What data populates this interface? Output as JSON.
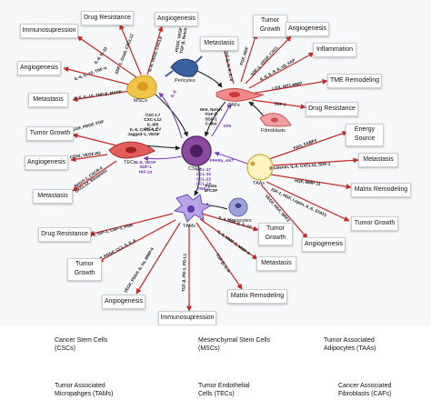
{
  "colors": {
    "arrow_red": "#c62828",
    "arrow_dark": "#222222",
    "arrow_purple": "#7b3fc4",
    "label_purple": "#6a2fb8",
    "csc_fill": "#8a4aa0",
    "msc_fill": "#f2c54a",
    "taa_fill": "#fff3c0",
    "tam_fill": "#b7a3e6",
    "tec_fill": "#e25c5c",
    "caf_fill": "#f08a8a"
  },
  "cells": {
    "cscs": "CSCs",
    "mscs": "MSCs",
    "cafs": "CAFs",
    "tecs": "TECs",
    "taas": "TAAs",
    "tams": "TAMs",
    "pericytes": "Pericytes",
    "fibroblasts": "Fibroblasts",
    "monocytes": "Monocytes"
  },
  "outcomes": {
    "msc_immunosuppression": "Immunosupression",
    "msc_drug_resistance": "Drug Resistance",
    "msc_angiogenesis_top": "Angiogenesis",
    "msc_angiogenesis_left": "Angiogenesis",
    "msc_metastasis": "Metastasis",
    "caf_metastasis": "Metastasis",
    "caf_tumor_growth": "Tumor Growth",
    "caf_angiogenesis": "Angiogenesis",
    "caf_inflammation": "Inflammation",
    "caf_tme_remodeling": "TME Remodeling",
    "caf_drug_resistance": "Drug Resistance",
    "tec_tumor_growth": "Tumor Growth",
    "tec_angiogenesis": "Angiogenesis",
    "tec_metastasis": "Metastasis",
    "taa_energy_source_line1": "Energy",
    "taa_energy_source_line2": "Source",
    "taa_metastasis": "Metastasis",
    "taa_matrix_remodeling": "Matrix Remodeling",
    "taa_tumor_growth": "Tumor Growth",
    "taa_angiogenesis": "Angiogenesis",
    "tam_drug_resistance": "Drug Resistance",
    "tam_tumor_growth_line1": "Tumor",
    "tam_tumor_growth_line2": "Growth",
    "tam_angiogenesis": "Angiogenesis",
    "tam_immunosuppression": "Immunosupression",
    "tam_matrix_remodeling": "Matrix Remodeling",
    "tam_metastasis": "Metastasis",
    "tam_tumor_growth_top_line1": "Tumor",
    "tam_tumor_growth_top_line2": "Growth"
  },
  "factors": {
    "msc_immuno": "IL-6, IL-10",
    "msc_drug": "SDF-1, Gas6, CXCL12",
    "msc_ang_top": "IL-8, VEGF, CXCL8",
    "msc_ang_left": "IL-6, IL-10, TNF-α",
    "msc_metas": "IL-6, IL-10, TNF-β, MAPK",
    "msc_to_csc": "CXC-L7\nCXC-L12\nIL-6/8\nPIF4, EV",
    "csc_to_msc": "IL-6",
    "pericytes": "PDGF, VEGF\nTGF-β, Notch",
    "caf_metas": "TGF-β, IL-6, IL-8",
    "caf_growth": "FGF, HGF",
    "caf_ang": "SDF-1, VEGF, CXCL",
    "caf_inflam": "IL-6, IL-8, IL-1β, FAP",
    "caf_tme": "LOX, MT1-MMP",
    "caf_drug": "SDF-1",
    "caf_to_csc": "Wnt, Notch\nTGF-β\nSDF-1\nC-Met",
    "csc_to_caf": "Shh",
    "taa_to_csc": "PPARγ, AKT",
    "taa_energy": "FAO, FABP4",
    "taa_metas": "β-catenin, IL-6, CXCL12, SDF-1",
    "taa_matrix": "HGF, MMP-11",
    "taa_growth": "IGF-1, HGF, Leptin, IL-6, STAT3",
    "taa_ang": "VEGF, HGF, NRF2",
    "tec_growth": "VEGF, PDGF, FGF",
    "tec_ang": "CD34, VEGF-R2",
    "tec_metas": "Notch-1, CXCR-4\nCXCL12, Stemness",
    "tec_to_csc": "IL-6, CXCL-L1\nJagged-1, VEGF",
    "csc_to_tec": "IL-8, VEGF\nSDF-1\nHIF-1α",
    "monocyte_to_tam": "Postn\nM-CSF",
    "csc_to_tam": "CCL-17\nCCL-20\nCCL-22\nCCL-24\nTNF-α",
    "tam_drug": "TGFB-1, IGF-1, CSF-1, PI3K",
    "tam_growth": "VEGF, PDGF, CCL-5, IL-6",
    "tam_ang": "VEGF, PDGF, IL-1α, MMP-9",
    "tam_immuno": "TGF-β, PD-1, PD-L1",
    "tam_matrix": "TGF-β, IL-6",
    "tam_metas": "IL-6, MMP-2, MMP-9",
    "tam_growth_top": "IL-6, TGF-β, IL-10"
  },
  "legend": {
    "csc_line1": "Cancer Stem Cells",
    "csc_line2": "(CSCs)",
    "msc_line1": "Mesenchymal Stem Cells",
    "msc_line2": "(MSCs)",
    "taa_line1": "Tumor Associated",
    "taa_line2": "Adipocytes (TAAs)",
    "tam_line1": "Tumor Associated",
    "tam_line2": "Micropahges (TAMs)",
    "tec_line1": "Tumor Endothelial",
    "tec_line2": "Cells (TECs)",
    "caf_line1": "Cancer Associated",
    "caf_line2": "Fibroblasts (CAFs)"
  }
}
